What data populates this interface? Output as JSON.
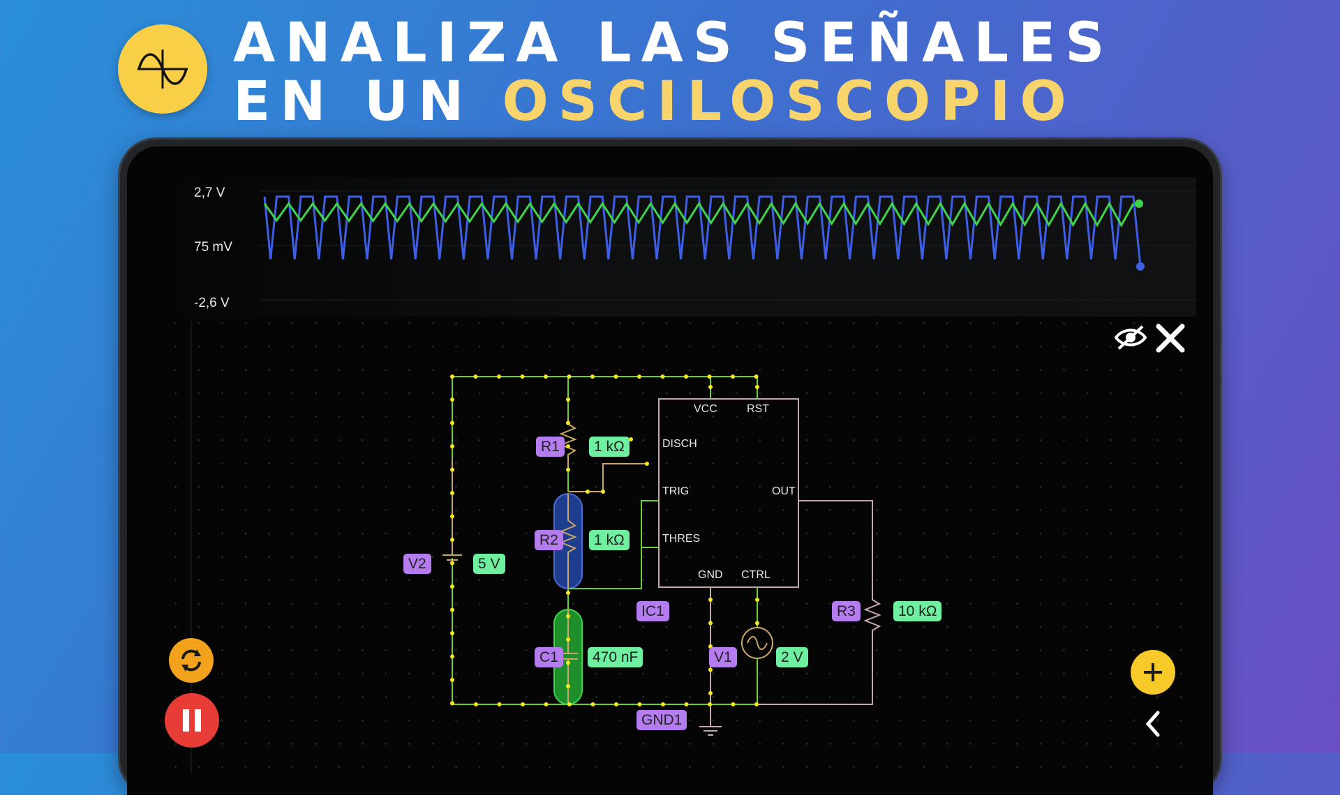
{
  "headline": {
    "line1": "ANALIZA LAS SEÑALES",
    "line2_prefix": "EN UN ",
    "line2_highlight": "OSCILOSCOPIO"
  },
  "scope": {
    "label_top": "2,7 V",
    "label_mid": "75 mV",
    "label_bottom": "-2,6 V"
  },
  "labels": {
    "r1": "R1",
    "r1_value": "1 kΩ",
    "r2": "R2",
    "r2_value": "1 kΩ",
    "r3": "R3",
    "r3_value": "10 kΩ",
    "c1": "C1",
    "c1_value": "470 nF",
    "v2": "V2",
    "v2_value": "5 V",
    "v1": "V1",
    "v1_value": "2 V",
    "ic1": "IC1",
    "gnd1": "GND1"
  },
  "ic_pins": {
    "vcc": "VCC",
    "rst": "RST",
    "disch": "DISCH",
    "trig": "TRIG",
    "out": "OUT",
    "thres": "THRES",
    "gnd": "GND",
    "ctrl": "CTRL"
  },
  "colors": {
    "accent_yellow": "#f9cf48",
    "wave_green": "#3fd24a",
    "wave_blue": "#3e5ee6",
    "wire_green": "#6bd12e",
    "wire_pink": "#c7a8a8",
    "label_purple": "#b57cf0",
    "label_green": "#6ff0a0"
  },
  "icons": {
    "logo": "sine-wave-icon",
    "visibility": "eye-off-icon",
    "close": "close-icon",
    "refresh": "refresh-icon",
    "pause": "pause-icon",
    "add": "plus-icon",
    "back": "chevron-left-icon"
  }
}
